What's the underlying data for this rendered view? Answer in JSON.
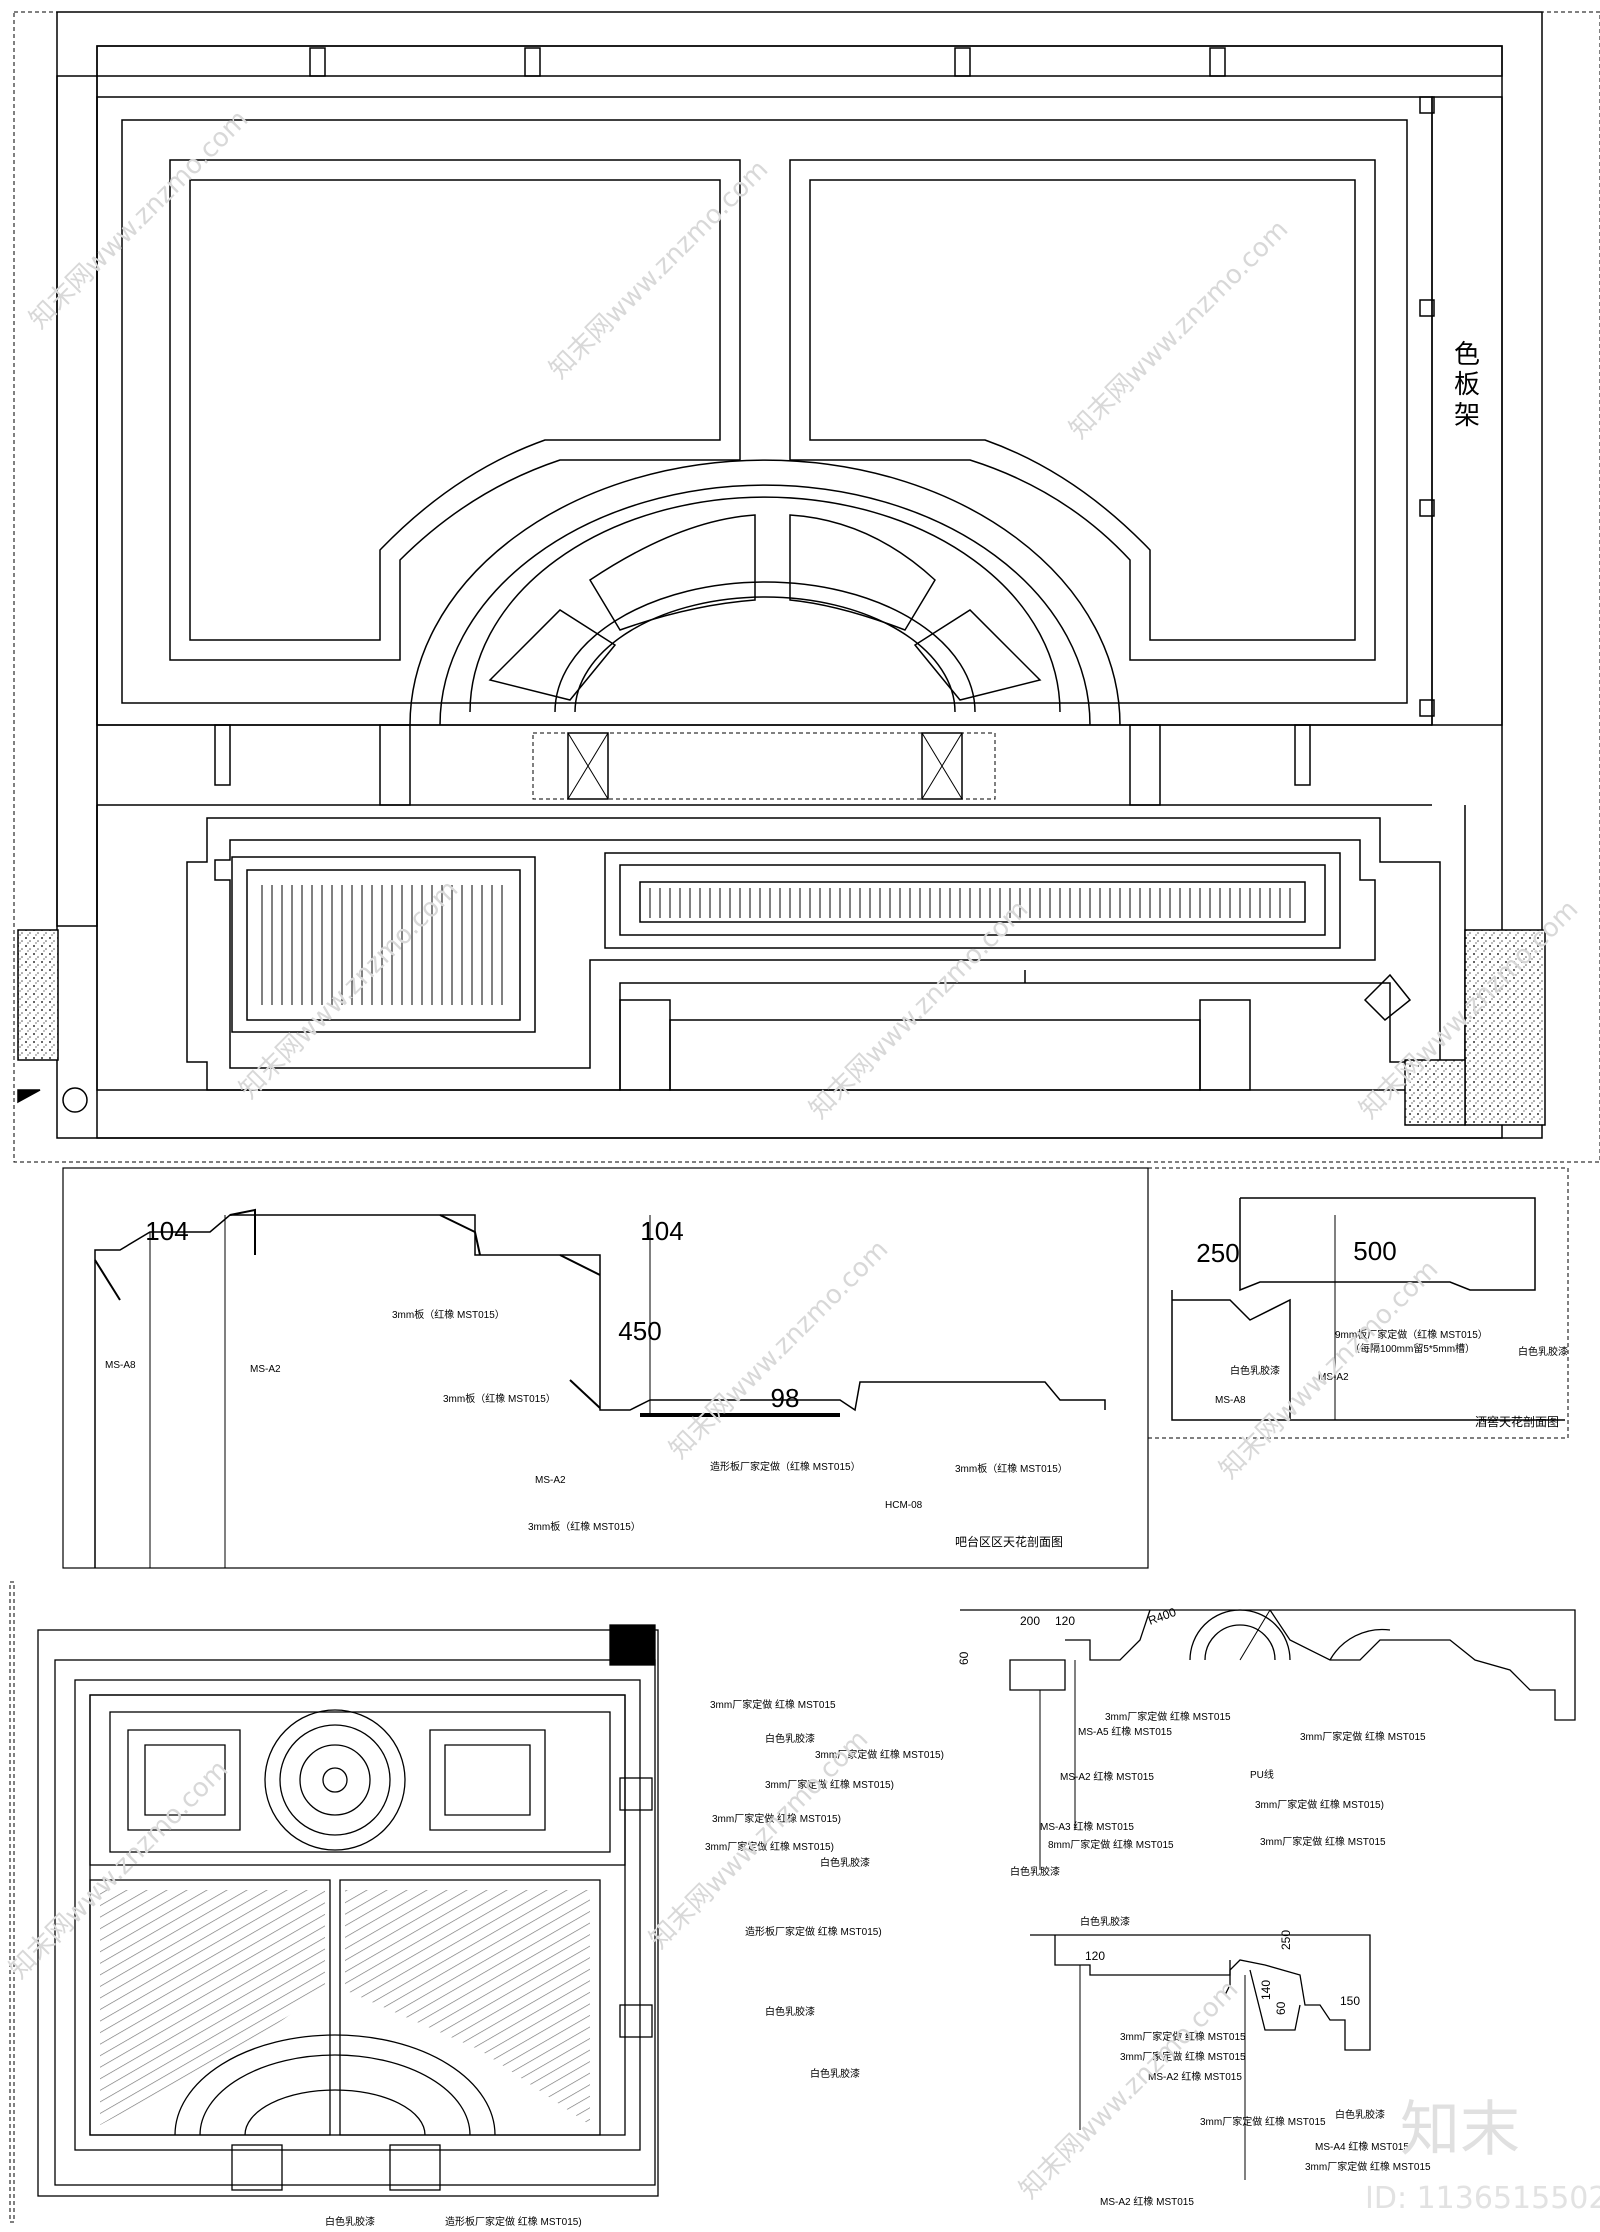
{
  "plan_top": {
    "rack_label": [
      "色",
      "板",
      "架"
    ]
  },
  "section_bar": {
    "title": "吧台区区天花剖面图",
    "dims": [
      "104",
      "104",
      "450",
      "98"
    ],
    "callouts": [
      "3mm板（红橡 MST015）",
      "3mm板（红橡 MST015）",
      "MS-A8",
      "MS-A2",
      "MS-A2",
      "3mm板（红橡 MST015）",
      "造形板厂家定做（红橡 MST015）",
      "HCM-08",
      "3mm板（红橡 MST015）"
    ]
  },
  "section_wine": {
    "title": "酒窖天花剖面图",
    "dims": [
      "250",
      "500"
    ],
    "callouts": [
      "9mm板厂家定做（红橡 MST015）",
      "（每隔100mm留5*5mm槽）",
      "白色乳胶漆",
      "白色乳胶漆",
      "MS-A8",
      "MS-A2"
    ]
  },
  "plan_bottom": {
    "callouts": [
      "3mm厂家定做 红橡 MST015",
      "白色乳胶漆",
      "3mm厂家定做 红橡 MST015)",
      "3mm厂家定做 红橡 MST015)",
      "3mm厂家定做 红橡 MST015)",
      "3mm厂家定做 红橡 MST015)",
      "白色乳胶漆",
      "造形板厂家定做 红橡 MST015)",
      "白色乳胶漆",
      "白色乳胶漆",
      "白色乳胶漆",
      "造形板厂家定做 红橡 MST015)"
    ]
  },
  "detail_a": {
    "dims": [
      "200",
      "120",
      "R400",
      "60"
    ],
    "callouts": [
      "3mm厂家定做 红橡 MST015",
      "MS-A5 红橡 MST015",
      "MS-A2 红橡 MST015",
      "MS-A3 红橡 MST015",
      "8mm厂家定做 红橡 MST015",
      "白色乳胶漆",
      "PU线",
      "3mm厂家定做 红橡 MST015)",
      "3mm厂家定做 红橡 MST015",
      "3mm厂家定做 红橡 MST015"
    ]
  },
  "detail_b": {
    "dims": [
      "120",
      "250",
      "140",
      "150",
      "60"
    ],
    "callouts": [
      "白色乳胶漆",
      "3mm厂家定做 红橡 MST015",
      "3mm厂家定做 红橡 MST015",
      "MS-A2 红橡 MST015",
      "3mm厂家定做 红橡 MST015",
      "MS-A2 红橡 MST015",
      "MS-A4 红橡 MST015",
      "3mm厂家定做 红橡 MST015",
      "白色乳胶漆"
    ]
  },
  "watermark": {
    "brand": "知末",
    "id": "ID: 1136515502",
    "tile": "知末网www.znzmo.com"
  }
}
